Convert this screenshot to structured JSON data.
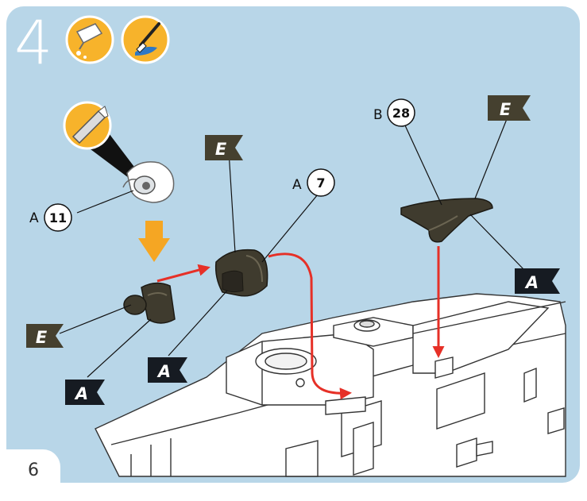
{
  "step": {
    "number": "4"
  },
  "page": {
    "number": "6"
  },
  "tools": [
    {
      "icon": "glue-tube-icon"
    },
    {
      "icon": "paint-brush-icon"
    },
    {
      "icon": "craft-knife-icon"
    }
  ],
  "colors": {
    "panel": "#b8d6e8",
    "flag_dark": "#161b22",
    "flag_olive": "#45402f",
    "part": "#3f3b2e",
    "arrow_red": "#e63027",
    "arrow_orange": "#f5a623",
    "tool_circle": "#f7b32b"
  },
  "callouts": [
    {
      "id": "a11",
      "prefix": "A",
      "num": "11"
    },
    {
      "id": "a7",
      "prefix": "A",
      "num": "7"
    },
    {
      "id": "b28",
      "prefix": "B",
      "num": "28"
    }
  ],
  "flags": [
    {
      "id": "flag-e-small",
      "letter": "E"
    },
    {
      "id": "flag-a-small",
      "letter": "A"
    },
    {
      "id": "flag-e-mid",
      "letter": "E"
    },
    {
      "id": "flag-a-mid",
      "letter": "A"
    },
    {
      "id": "flag-e-top",
      "letter": "E"
    },
    {
      "id": "flag-a-right",
      "letter": "A"
    }
  ]
}
